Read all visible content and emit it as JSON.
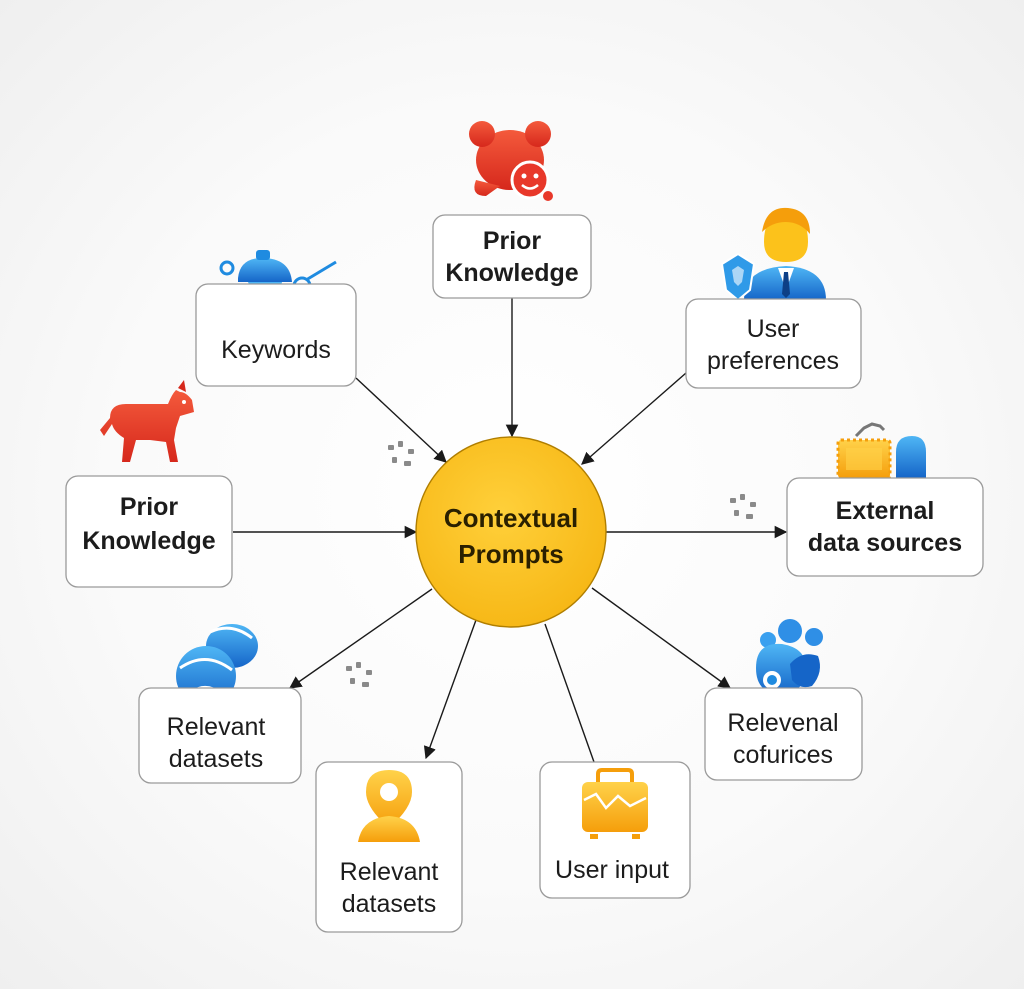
{
  "hub": {
    "label_lines": [
      "Contextual",
      "Prompts"
    ],
    "color": "#fcc21b"
  },
  "nodes": [
    {
      "id": "prior-knowledge-top",
      "lines": [
        "Prior",
        "Knowledge"
      ],
      "bold": true,
      "icon": "bear-face-icon"
    },
    {
      "id": "keywords",
      "lines": [
        "Keywords"
      ],
      "bold": false,
      "icon": "robot-arm-icon"
    },
    {
      "id": "user-preferences",
      "lines": [
        "User",
        "preferences"
      ],
      "bold": false,
      "icon": "businessman-icon"
    },
    {
      "id": "prior-knowledge-left",
      "lines": [
        "Prior",
        "Knowledge"
      ],
      "bold": true,
      "icon": "horse-icon"
    },
    {
      "id": "external-data-sources",
      "lines": [
        "External",
        "data sources"
      ],
      "bold": true,
      "icon": "stamp-icon"
    },
    {
      "id": "relevant-datasets-left",
      "lines": [
        "Relevant",
        "datasets"
      ],
      "bold": false,
      "icon": "blue-orbs-icon"
    },
    {
      "id": "relevant-datasets-bottom",
      "lines": [
        "Relevant",
        "datasets"
      ],
      "bold": false,
      "icon": "location-person-icon"
    },
    {
      "id": "user-input",
      "lines": [
        "User input"
      ],
      "bold": false,
      "icon": "briefcase-icon"
    },
    {
      "id": "relevenal-cofurices",
      "lines": [
        "Relevenal",
        "cofurices"
      ],
      "bold": false,
      "icon": "people-cluster-icon"
    }
  ],
  "colors": {
    "red": "#e8382a",
    "blue": "#1f8be0",
    "yellow": "#fcc21b",
    "border": "#9a9a9a"
  }
}
